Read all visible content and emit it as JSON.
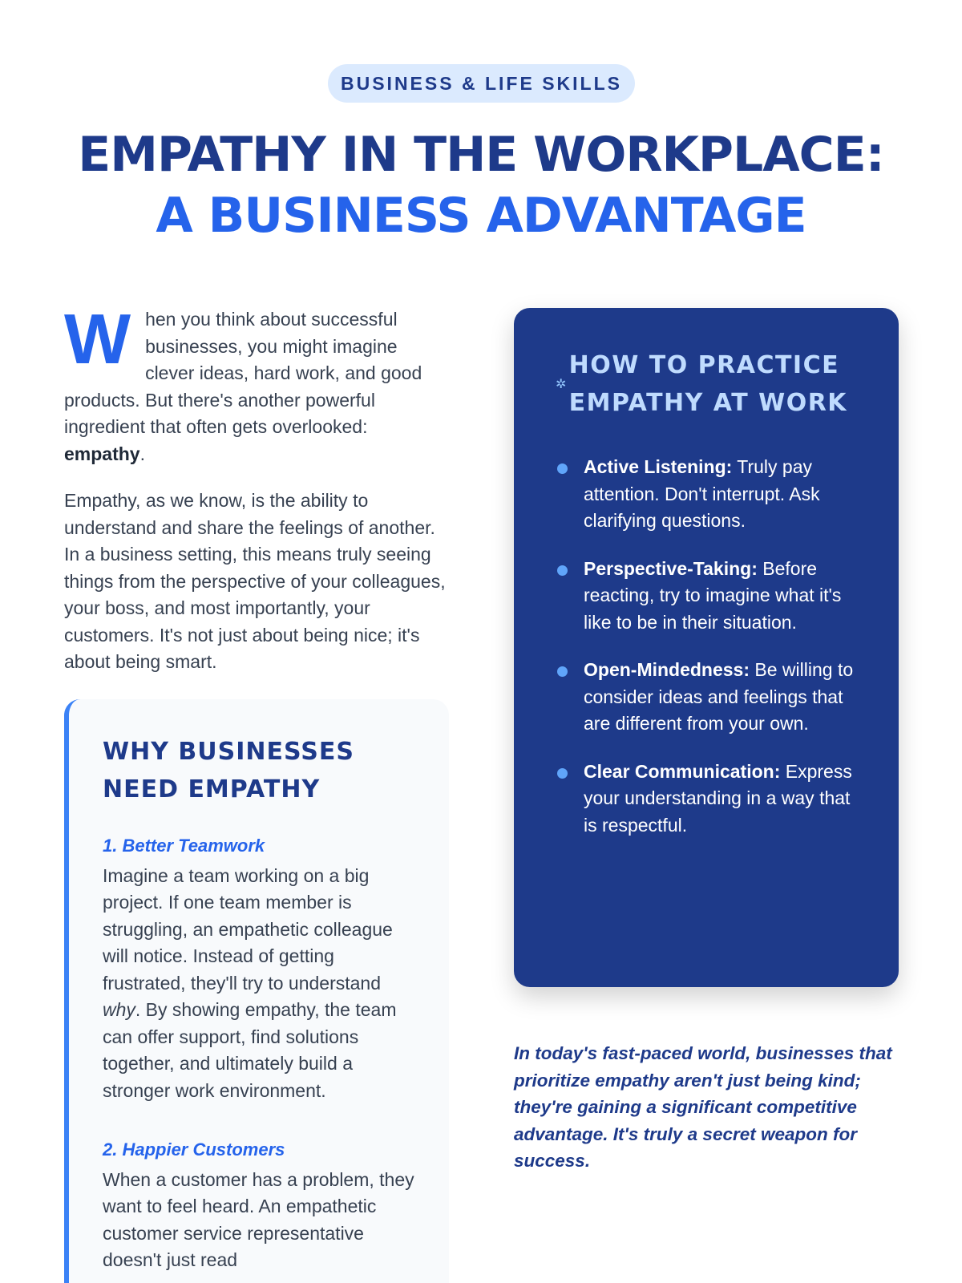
{
  "badge": "BUSINESS & LIFE SKILLS",
  "title": {
    "line1": "EMPATHY IN THE WORKPLACE:",
    "line2": "A BUSINESS ADVANTAGE"
  },
  "intro": {
    "drop_cap": "W",
    "p1_text": "hen you think about successful businesses, you might imagine clever ideas, hard work, and good products. But there's another powerful ingredient that often gets overlooked: ",
    "p1_bold": "empathy",
    "p1_end": ".",
    "p2": "Empathy, as we know, is the ability to understand and share the feelings of another. In a business setting, this means truly seeing things from the perspective of your colleagues, your boss, and most importantly, your customers. It's not just about being nice; it's about being smart."
  },
  "why": {
    "heading": "WHY BUSINESSES NEED EMPATHY",
    "s1_title": "1. Better Teamwork",
    "s1_a": "Imagine a team working on a big project. If one team member is struggling, an empathetic colleague will notice. Instead of getting frustrated, they'll try to understand ",
    "s1_em": "why",
    "s1_b": ". By showing empathy, the team can offer support, find solutions together, and ultimately build a stronger work environment.",
    "s2_title": "2. Happier Customers",
    "s2": "When a customer has a problem, they want to feel heard. An empathetic customer service representative doesn't just read"
  },
  "practice": {
    "icon": "sparkle-icon",
    "heading": "HOW TO PRACTICE EMPATHY AT WORK",
    "items": [
      {
        "label": "Active Listening:",
        "text": " Truly pay attention. Don't interrupt. Ask clarifying questions."
      },
      {
        "label": "Perspective-Taking:",
        "text": " Before reacting, try to imagine what it's like to be in their situation."
      },
      {
        "label": "Open-Mindedness:",
        "text": " Be willing to consider ideas and feelings that are different from your own."
      },
      {
        "label": "Clear Communication:",
        "text": " Express your understanding in a way that is respectful."
      }
    ]
  },
  "quote": "In today's fast-paced world, businesses that prioritize empathy aren't just being kind; they're gaining a significant competitive advantage. It's truly a secret weapon for success."
}
